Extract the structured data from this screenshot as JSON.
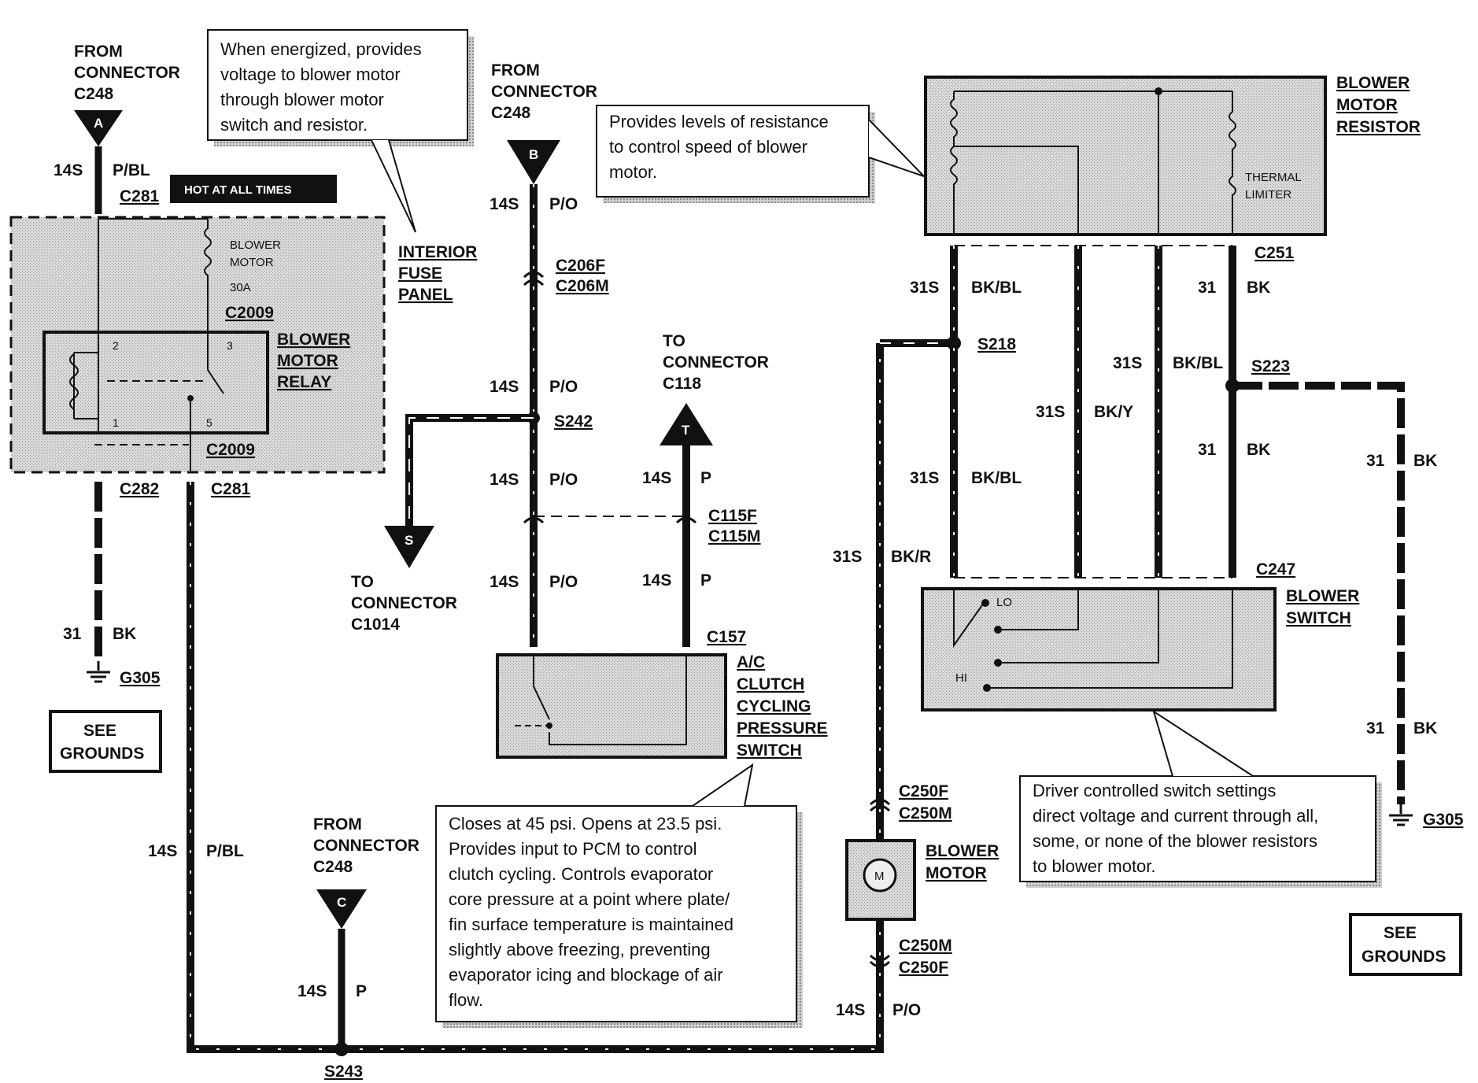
{
  "connectors": {
    "a": {
      "from_line1": "FROM",
      "from_line2": "CONNECTOR",
      "from_line3": "C248",
      "letter": "A"
    },
    "b": {
      "from_line1": "FROM",
      "from_line2": "CONNECTOR",
      "from_line3": "C248",
      "letter": "B"
    },
    "c": {
      "from_line1": "FROM",
      "from_line2": "CONNECTOR",
      "from_line3": "C248",
      "letter": "C"
    },
    "t": {
      "to_line1": "TO",
      "to_line2": "CONNECTOR",
      "to_line3": "C118",
      "letter": "T"
    },
    "s": {
      "to_line1": "TO",
      "to_line2": "CONNECTOR",
      "to_line3": "C1014",
      "letter": "S"
    }
  },
  "notes": {
    "fuse_note": [
      "When energized, provides",
      "voltage to blower motor",
      "through  blower motor",
      "switch and resistor."
    ],
    "resistor_note": [
      "Provides levels of resistance",
      "to control speed of blower",
      "motor."
    ],
    "pressure_note": [
      "Closes at 45 psi. Opens at 23.5 psi.",
      "Provides input to PCM to control",
      "clutch cycling. Controls evaporator",
      "core pressure at a point where plate/",
      "fin surface temperature is maintained",
      "slightly above freezing, preventing",
      "evaporator icing and blockage of air",
      "flow."
    ],
    "switch_note": [
      "Driver controlled switch settings",
      "direct voltage and current through all,",
      "some, or none of the blower resistors",
      "to blower motor."
    ]
  },
  "components": {
    "hot_at_all_times": "HOT AT ALL TIMES",
    "interior_fuse_panel": [
      "INTERIOR",
      "FUSE",
      "PANEL"
    ],
    "blower_motor_relay": [
      "BLOWER",
      "MOTOR",
      "RELAY"
    ],
    "fuse_label": [
      "BLOWER",
      "MOTOR",
      "30A"
    ],
    "blower_motor_resistor": [
      "BLOWER",
      "MOTOR",
      "RESISTOR"
    ],
    "thermal_limiter": [
      "THERMAL",
      "LIMITER"
    ],
    "ac_switch": [
      "A/C",
      "CLUTCH",
      "CYCLING",
      "PRESSURE",
      "SWITCH"
    ],
    "blower_switch": [
      "BLOWER",
      "SWITCH"
    ],
    "blower_switch_lo": "LO",
    "blower_switch_hi": "HI",
    "blower_motor": [
      "BLOWER",
      "MOTOR"
    ],
    "motor_symbol": "M",
    "see_grounds_left": [
      "SEE",
      "GROUNDS"
    ],
    "see_grounds_right": [
      "SEE",
      "GROUNDS"
    ],
    "relay_pins": [
      "2",
      "3",
      "1",
      "5"
    ]
  },
  "wire_labels": {
    "a_gauge": "14S",
    "a_color": "P/BL",
    "c282_gauge": "31",
    "c282_color": "BK",
    "relay_out_gauge": "14S",
    "relay_out_color": "P/BL",
    "b_top_gauge": "14S",
    "b_top_color": "P/O",
    "b_mid_gauge": "14S",
    "b_mid_color": "P/O",
    "b_low_gauge": "14S",
    "b_low_color": "P/O",
    "b_bot_gauge": "14S",
    "b_bot_color": "P/O",
    "t_top_gauge": "14S",
    "t_top_color": "P",
    "t_bot_gauge": "14S",
    "t_bot_color": "P",
    "c_gauge": "14S",
    "c_color": "P",
    "motor_bot_gauge": "14S",
    "motor_bot_color": "P/O",
    "motor_top_gauge": "31S",
    "motor_top_color": "BK/R",
    "r1_gauge": "31S",
    "r1_color": "BK/BL",
    "r1b_gauge": "31S",
    "r1b_color": "BK/BL",
    "r2_gauge": "31S",
    "r2_color": "BK/Y",
    "r3_gauge": "31S",
    "r3_color": "BK/BL",
    "r4_gauge": "31",
    "r4_color": "BK",
    "r4b_gauge": "31",
    "r4b_color": "BK",
    "g_gauge1": "31",
    "g_color1": "BK",
    "g_gauge2": "31",
    "g_color2": "BK"
  },
  "connector_ids": {
    "c281_top": "C281",
    "c2009_top": "C2009",
    "c2009_bot": "C2009",
    "c282": "C282",
    "c281_bot": "C281",
    "g305_left": "G305",
    "c206f": "C206F",
    "c206m": "C206M",
    "s242": "S242",
    "c115f": "C115F",
    "c115m": "C115M",
    "c157": "C157",
    "s243": "S243",
    "c250f_top": "C250F",
    "c250m_top": "C250M",
    "c250m_bot": "C250M",
    "c250f_bot": "C250F",
    "c251": "C251",
    "s218": "S218",
    "s223": "S223",
    "c247": "C247",
    "g305_right": "G305"
  }
}
